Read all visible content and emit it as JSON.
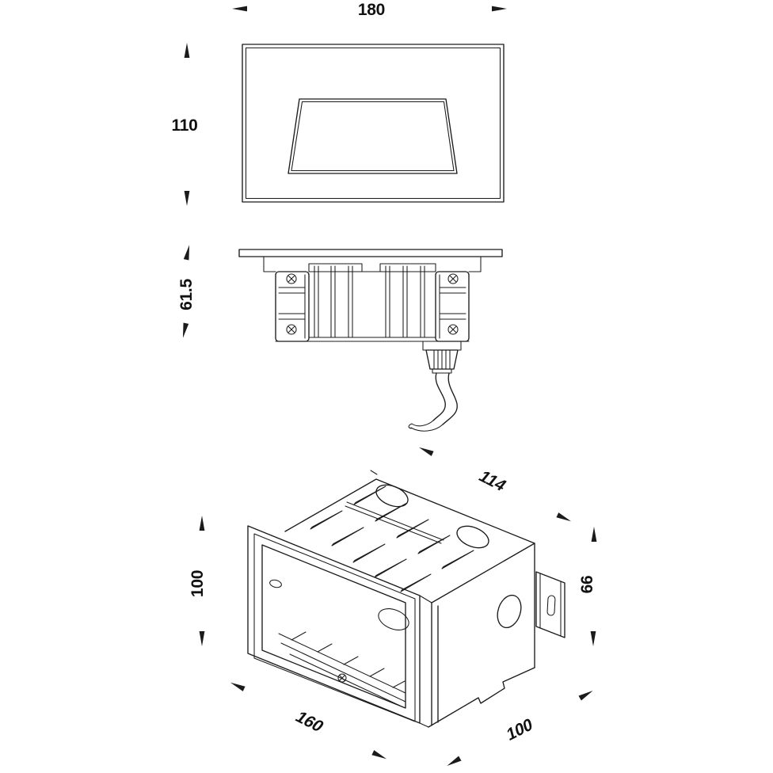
{
  "page": {
    "background": "#ffffff",
    "line_color": "#1b1b1b",
    "description_labels": {
      "front_view": "front-faceplate-view",
      "side_view": "recessed-side-section-view",
      "box_view": "mounting-box-isometric-view"
    }
  },
  "views": {
    "front_view": {
      "width": "180",
      "height": "110"
    },
    "side_section_view": {
      "recess_depth": "61.5"
    },
    "mounting_box_view": {
      "depth_top": "114",
      "opening_height": "100",
      "box_height": "66",
      "opening_width": "160",
      "depth_bottom": "100"
    }
  }
}
